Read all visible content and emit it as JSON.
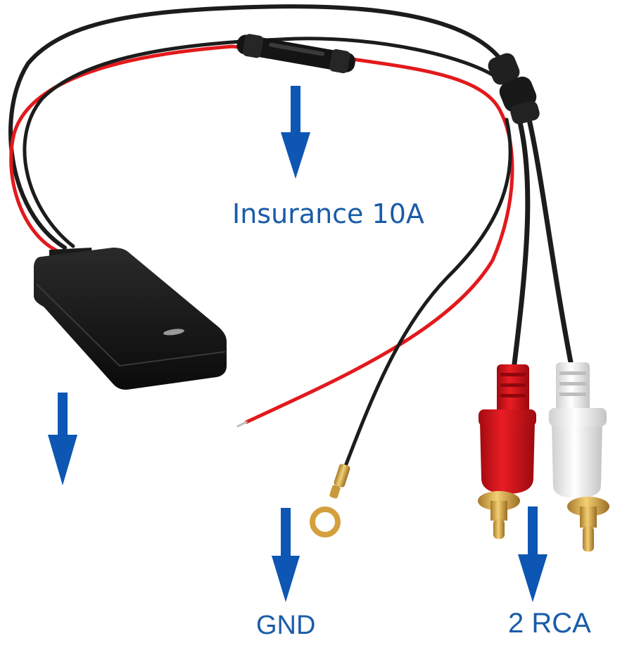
{
  "labels": {
    "fuse_label": "Insurance 10A",
    "ground_label": "GND",
    "rca_label": "2 RCA"
  },
  "colors": {
    "arrow": "#0d56b3",
    "caption_text": "#1a5ca8",
    "red_wire": "#e3191c",
    "black_wire": "#1c1c1c",
    "module_body": "#141414",
    "rca_red": "#d8111a",
    "rca_white": "#f4f4f4",
    "gold": "#d9a441"
  }
}
